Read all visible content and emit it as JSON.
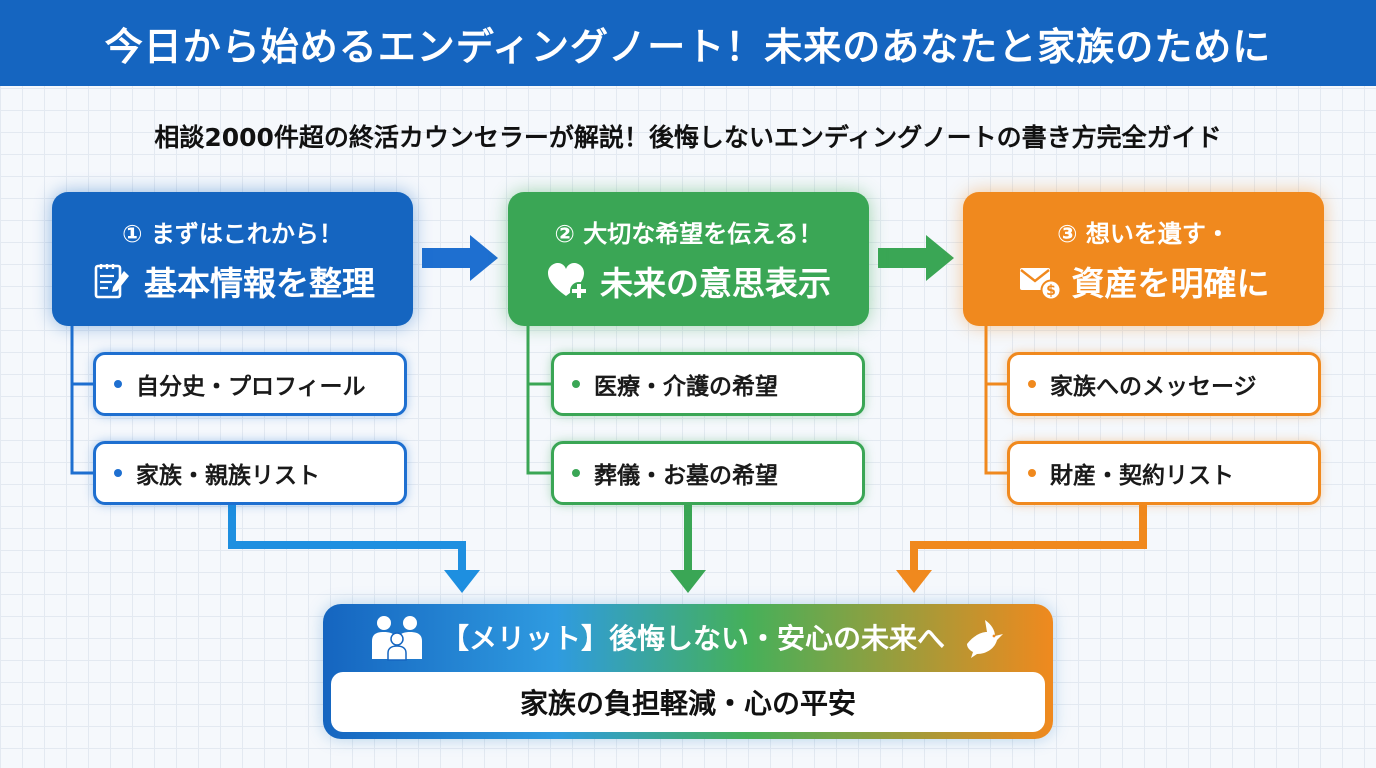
{
  "header": {
    "title": "今日から始めるエンディングノート！未来のあなたと家族のために"
  },
  "subtitle": "相談2000件超の終活カウンセラーが解説！後悔しないエンディングノートの書き方完全ガイド",
  "stages": [
    {
      "sub": "① まずはこれから！",
      "main": "基本情報を整理",
      "icon": "notepad-pen-icon",
      "color": "#1565c0",
      "items": [
        "自分史・プロフィール",
        "家族・親族リスト"
      ]
    },
    {
      "sub": "② 大切な希望を伝える！",
      "main": "未来の意思表示",
      "icon": "heart-plus-icon",
      "color": "#3aa655",
      "items": [
        "医療・介護の希望",
        "葬儀・お墓の希望"
      ]
    },
    {
      "sub": "③ 想いを遺す・",
      "main": "資産を明確に",
      "icon": "envelope-money-icon",
      "color": "#f0891e",
      "items": [
        "家族へのメッセージ",
        "財産・契約リスト"
      ]
    }
  ],
  "result": {
    "title": "【メリット】後悔しない・安心の未来へ",
    "body": "家族の負担軽減・心の平安",
    "left_icon": "family-icon",
    "right_icon": "dove-icon"
  }
}
